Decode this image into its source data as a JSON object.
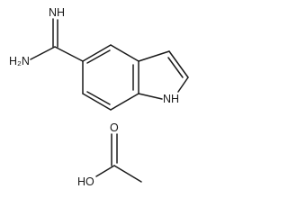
{
  "structure": {
    "labels": {
      "imine_nh": "NH",
      "amine_nh2": "H₂N",
      "indole_nh": "NH",
      "hydroxyl": "HO",
      "carbonyl_o": "O"
    },
    "bond_color": "#1a1a1a"
  }
}
